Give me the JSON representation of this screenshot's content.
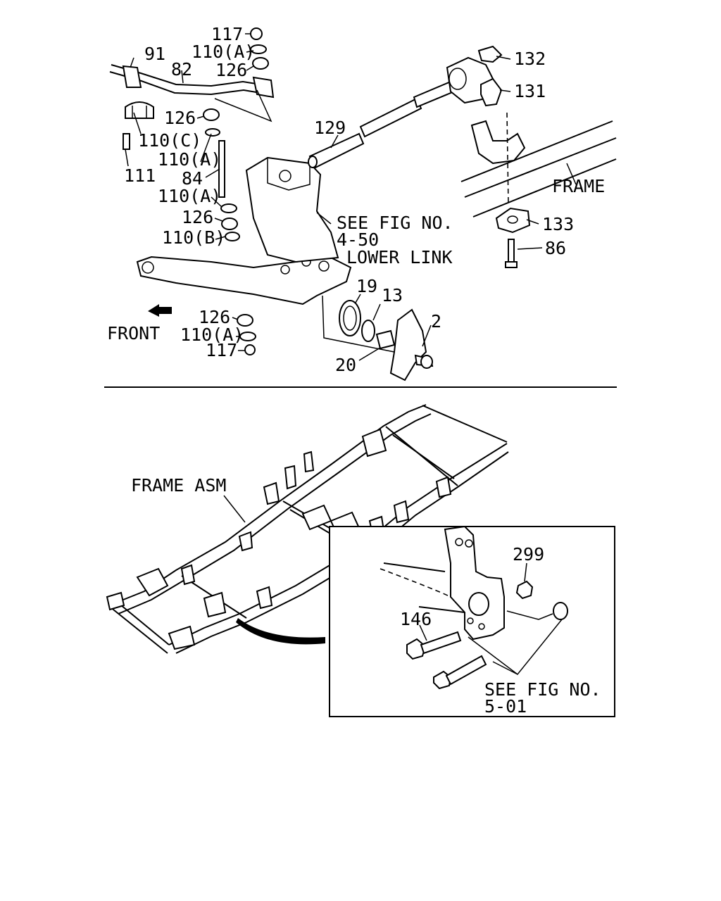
{
  "upper_labels": {
    "l117_top": "117",
    "l110a_1": "110(A)",
    "l91": "91",
    "l82": "82",
    "l126_1": "126",
    "l126_2": "126",
    "l110c": "110(C)",
    "l110a_2": "110(A)",
    "l84": "84",
    "l111": "111",
    "l110a_3": "110(A)",
    "l126_3": "126",
    "l110b": "110(B)",
    "l126_4": "126",
    "l110a_4": "110(A)",
    "l117_bottom": "117",
    "l129": "129",
    "l132": "132",
    "l131": "131",
    "l133": "133",
    "l86": "86",
    "l19": "19",
    "l13": "13",
    "l2": "2",
    "l20": "20",
    "frame": "FRAME",
    "see_fig_line1": "SEE FIG NO.",
    "see_fig_line2": "4-50",
    "lower_link": "LOWER LINK",
    "front": "FRONT"
  },
  "lower_labels": {
    "frame_asm": "FRAME ASM",
    "l299": "299",
    "l146": "146",
    "see_fig_line1": "SEE FIG NO.",
    "see_fig_line2": "5-01"
  }
}
